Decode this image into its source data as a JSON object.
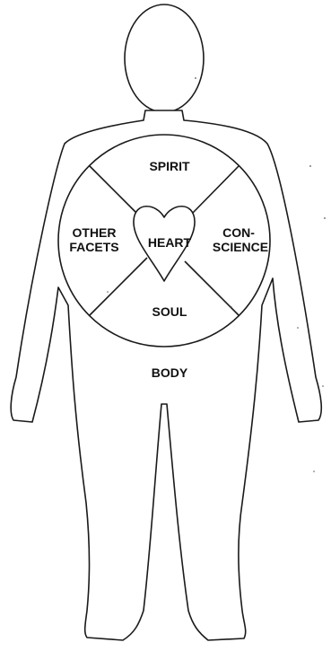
{
  "labels": {
    "spirit": "SPIRIT",
    "other_facets_1": "OTHER",
    "other_facets_2": "FACETS",
    "heart": "HEART",
    "conscience_1": "CON-",
    "conscience_2": "SCIENCE",
    "soul": "SOUL",
    "body": "BODY"
  },
  "colors": {
    "line": "#1a1a1a",
    "background": "#ffffff"
  }
}
